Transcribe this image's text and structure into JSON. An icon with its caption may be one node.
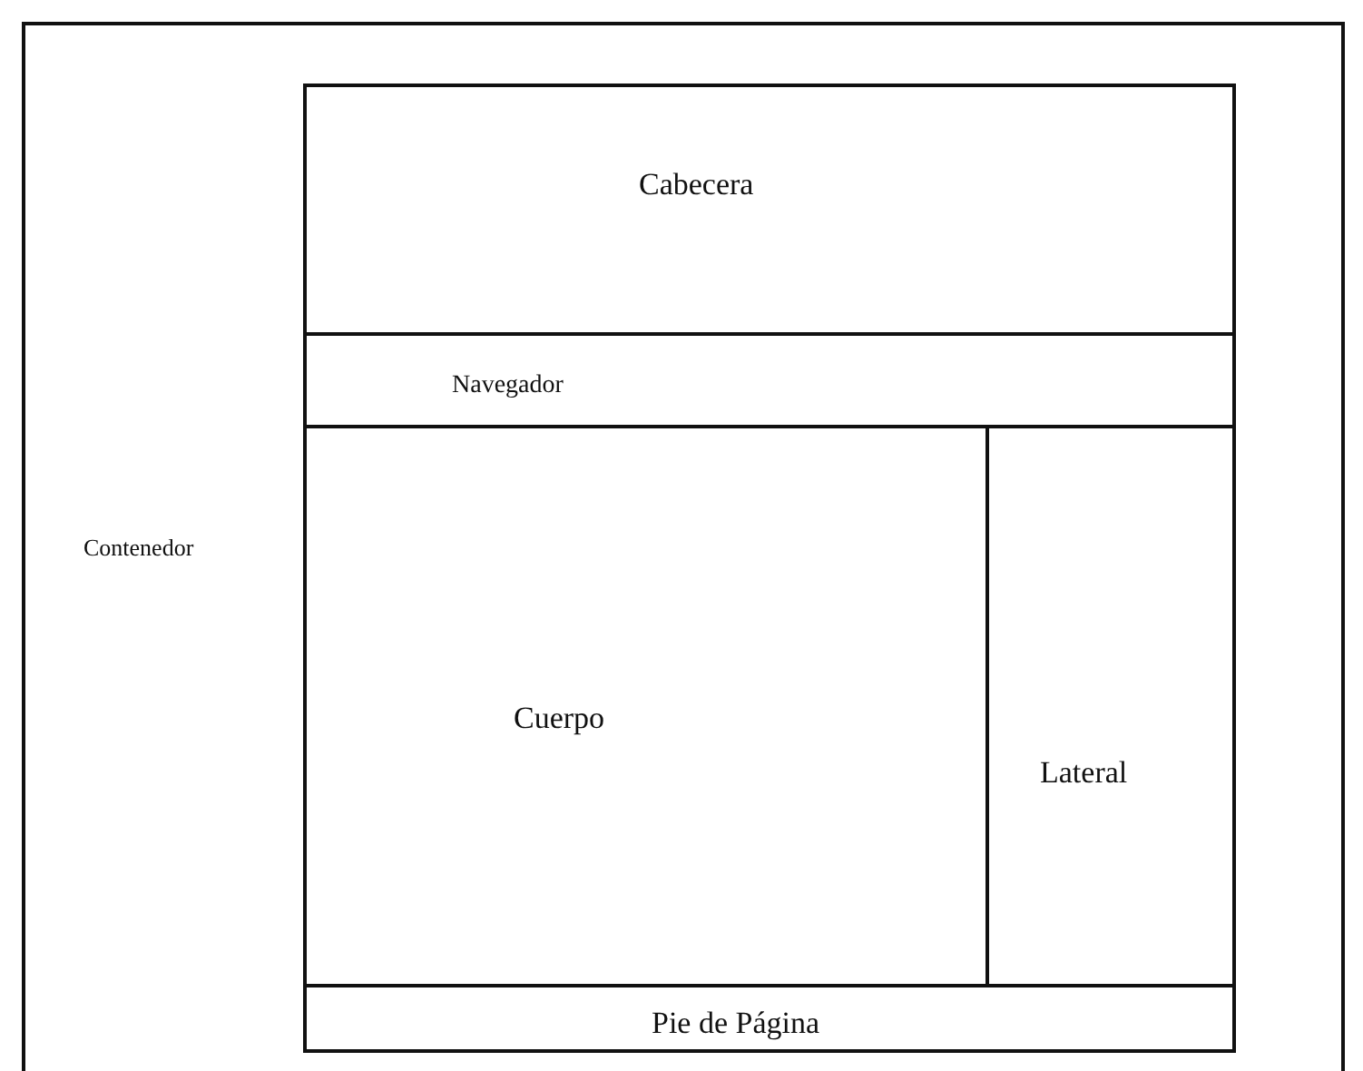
{
  "diagram": {
    "nodes": [
      {
        "text": [
          "Contenedor"
        ]
      },
      {
        "text": [
          "Cabecera"
        ],
        "in": 0
      },
      {
        "text": [
          "Navegador"
        ],
        "in": 0
      },
      {
        "text": [
          "Cuerpo"
        ],
        "in": 0
      },
      {
        "text": [
          "Lateral"
        ],
        "in": 0
      },
      {
        "text": [
          "Pie de Página"
        ],
        "in": 0
      }
    ]
  }
}
